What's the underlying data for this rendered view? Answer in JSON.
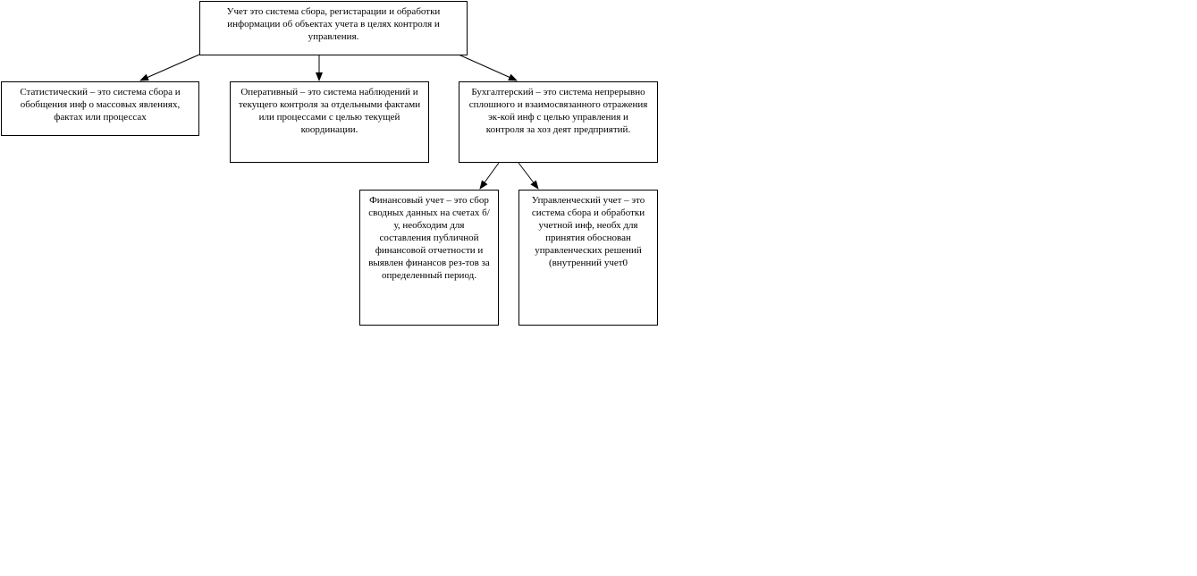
{
  "diagram": {
    "root": {
      "text": "Учет это система сбора, регистарации и обработки информации об объектах учета в целях контроля и управления."
    },
    "types": [
      {
        "id": "stat",
        "text": "Статистический – это система сбора и обобщения инф о массовых явлениях, фактах или процессах"
      },
      {
        "id": "oper",
        "text": "Оперативный – это система наблюдений и текущего контроля за отдельными фактами или процессами с целью текущей координации."
      },
      {
        "id": "buh",
        "text": "Бухгалтерский – это система непрерывно сплошного и взаимосвязанного отражения эк-кой инф с целью управления и контроля за хоз деят предприятий."
      }
    ],
    "subtypes": [
      {
        "id": "fin",
        "text": "Финансовый учет – это сбор сводных данных на счетах б/у, необходим для составления публичной финансовой отчетности и выявлен финансов рез-тов за определенный период."
      },
      {
        "id": "upr",
        "text": "Управленческий учет – это система сбора и обработки учетной инф, необх для принятия обоснован управленческих решений (внутренний учет0"
      }
    ],
    "edges": [
      {
        "from": "root",
        "to": "stat"
      },
      {
        "from": "root",
        "to": "oper"
      },
      {
        "from": "root",
        "to": "buh"
      },
      {
        "from": "buh",
        "to": "fin"
      },
      {
        "from": "buh",
        "to": "upr"
      }
    ]
  }
}
